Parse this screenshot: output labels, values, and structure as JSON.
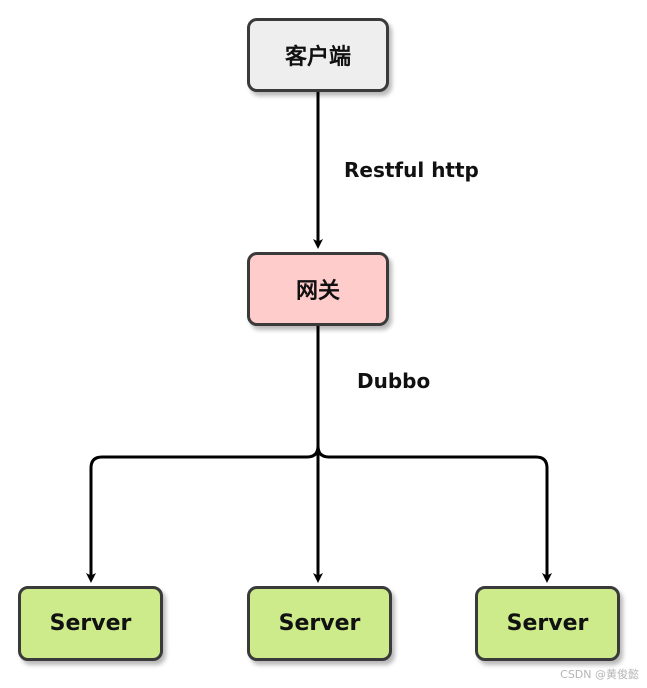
{
  "nodes": {
    "client": {
      "label": "客户端",
      "fill": "#eeeeee"
    },
    "gateway": {
      "label": "网关",
      "fill": "#ffcccc"
    },
    "servers": [
      {
        "label": "Server",
        "fill": "#cdeb8b"
      },
      {
        "label": "Server",
        "fill": "#cdeb8b"
      },
      {
        "label": "Server",
        "fill": "#cdeb8b"
      }
    ]
  },
  "edges": {
    "client_to_gateway": {
      "label": "Restful http"
    },
    "gateway_to_servers": {
      "label": "Dubbo"
    }
  },
  "colors": {
    "stroke": "#3a3a3a",
    "line": "#000000"
  },
  "watermark": "CSDN @黄俊懿"
}
